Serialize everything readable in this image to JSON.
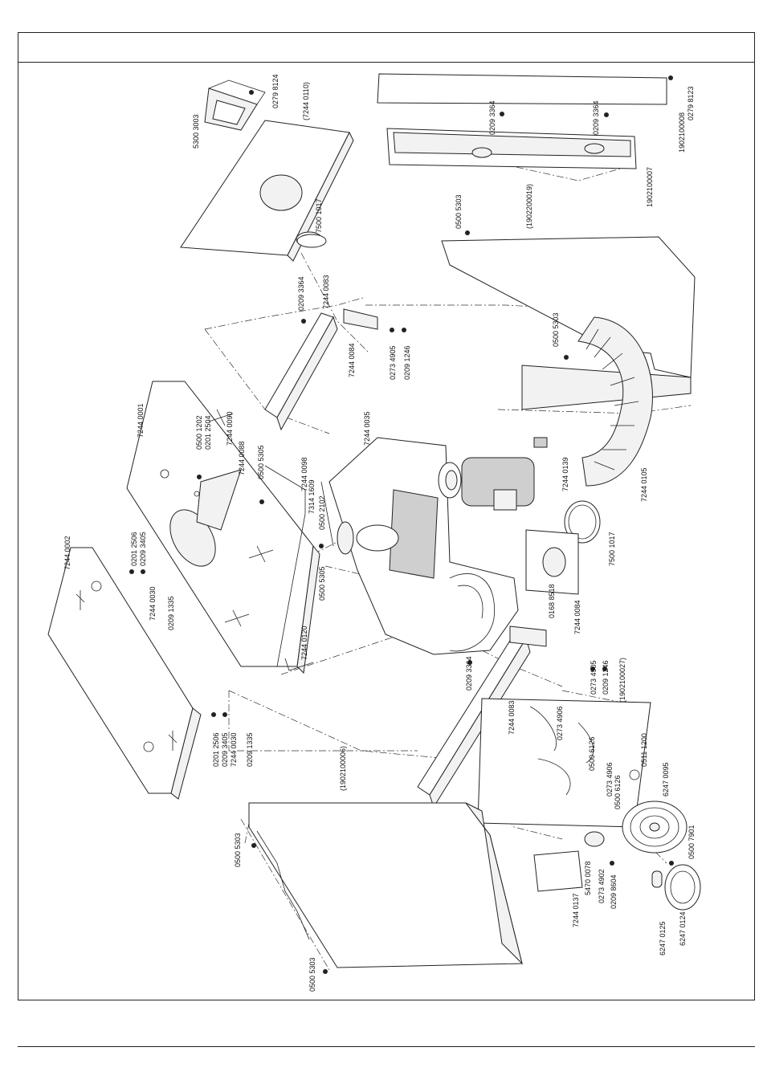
{
  "labels": {
    "p01": "7244 0002",
    "p02": "0201 2506",
    "p03": "0209 3405",
    "p04": "7244 0030",
    "p05": "0209 1335",
    "p06": "7244 0001",
    "p07": "0500 1202",
    "p08": "0201 2504",
    "p09": "7244 0090",
    "p10": "7244 0088",
    "p11": "0500 5305",
    "p12": "7244 0098",
    "p13": "7314 1609",
    "p14": "0500 2102",
    "p15": "0500 5305",
    "p16": "7244 0120",
    "p17": "0201 2506",
    "p18": "0209 3405",
    "p19": "7244 0030",
    "p20": "0209 1335",
    "p21": "5300 3003",
    "p22": "0279 8124",
    "p23": "(7244 0110)",
    "p24": "7500 1017",
    "p25": "0209 3364",
    "p26": "7244 0083",
    "p27": "7244 0084",
    "p28": "0273 4905",
    "p29": "0209 1246",
    "p30": "7244 0035",
    "p31": "7244 0139",
    "p32": "7244 0105",
    "p33": "7500 1017",
    "p34": "0168 8518",
    "p35": "7244 0084",
    "p36": "0209 3364",
    "p37": "0273 4905",
    "p38": "0209 1246",
    "p39": "(1902100027)",
    "p40": "7244 0083",
    "p41": "0273 4906",
    "p42": "0500 6126",
    "p43": "0511 1200",
    "p44": "0273 4906",
    "p45": "0500 6126",
    "p46": "6247 0095",
    "p47": "0500 7901",
    "p48": "(1902100006)",
    "p49": "0500 5303",
    "p50": "0500 5303",
    "p51": "7244 0137",
    "p52": "5470 0078",
    "p53": "0273 4902",
    "p54": "0209 8604",
    "p55": "6247 0125",
    "p56": "6247 0124",
    "p57": "0209 3364",
    "p58": "0209 3364",
    "p59": "1902100008",
    "p60": "0279 8123",
    "p61": "1902100007",
    "p62": "0500 5303",
    "p63": "(1902200019)",
    "p64": "0500 5303"
  }
}
